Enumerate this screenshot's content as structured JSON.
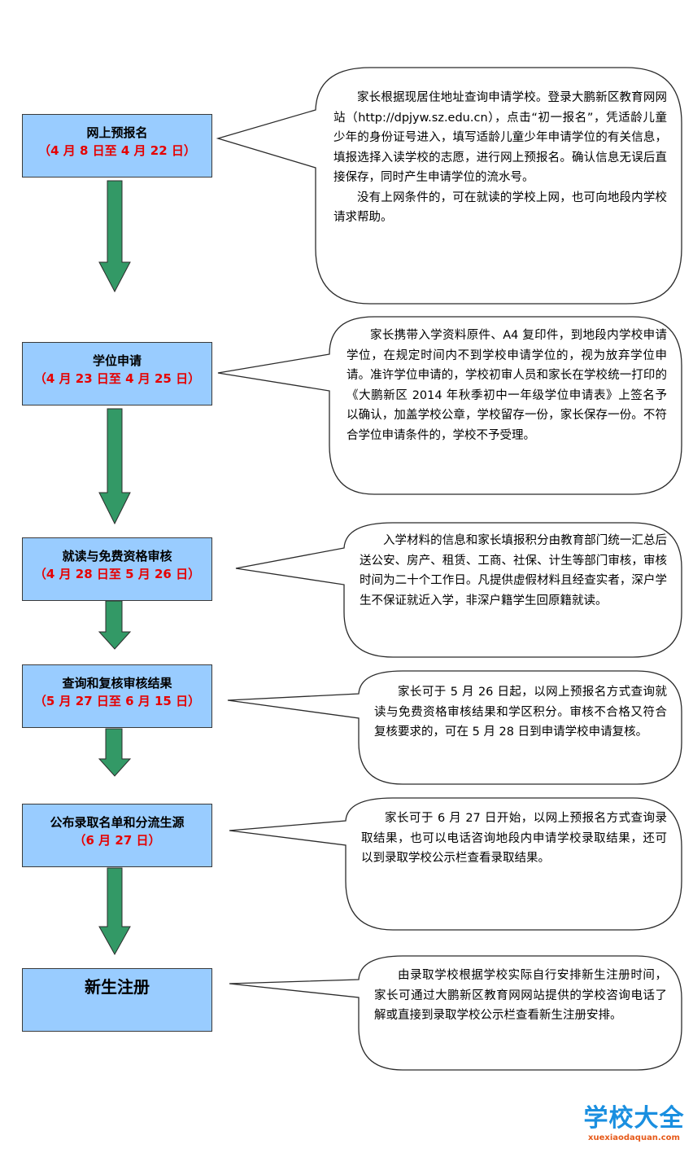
{
  "colors": {
    "box_fill": "#99ccff",
    "date_text": "#e60000",
    "arrow_fill": "#339966",
    "logo_blue": "#1a8fe0",
    "logo_orange": "#e65a1a"
  },
  "steps": [
    {
      "title": "网上预报名",
      "date": "（4 月 8 日至 4 月 22 日）"
    },
    {
      "title": "学位申请",
      "date": "（4 月 23 日至 4 月 25 日）"
    },
    {
      "title": "就读与免费资格审核",
      "date": "（4 月 28 日至 5 月 26 日）"
    },
    {
      "title": "查询和复核审核结果",
      "date": "（5 月 27 日至 6 月 15 日）"
    },
    {
      "title": "公布录取名单和分流生源",
      "date": "（6 月 27 日）"
    },
    {
      "title": "新生注册"
    }
  ],
  "bubbles": [
    {
      "paragraphs": [
        "家长根据现居住地址查询申请学校。登录大鹏新区教育网网站（http://dpjyw.sz.edu.cn），点击“初一报名”，凭适龄儿童少年的身份证号进入，填写适龄儿童少年申请学位的有关信息，填报选择入读学校的志愿，进行网上预报名。确认信息无误后直接保存，同时产生申请学位的流水号。",
        "没有上网条件的，可在就读的学校上网，也可向地段内学校请求帮助。"
      ]
    },
    {
      "paragraphs": [
        "家长携带入学资料原件、A4 复印件，到地段内学校申请学位，在规定时间内不到学校申请学位的，视为放弃学位申请。准许学位申请的，学校初审人员和家长在学校统一打印的《大鹏新区 2014 年秋季初中一年级学位申请表》上签名予以确认，加盖学校公章，学校留存一份，家长保存一份。不符合学位申请条件的，学校不予受理。"
      ]
    },
    {
      "paragraphs": [
        "入学材料的信息和家长填报积分由教育部门统一汇总后送公安、房产、租赁、工商、社保、计生等部门审核，审核时间为二十个工作日。凡提供虚假材料且经查实者，深户学生不保证就近入学，非深户籍学生回原籍就读。"
      ]
    },
    {
      "paragraphs": [
        "家长可于 5 月 26 日起，以网上预报名方式查询就读与免费资格审核结果和学区积分。审核不合格又符合复核要求的，可在 5 月 28 日到申请学校申请复核。"
      ]
    },
    {
      "paragraphs": [
        "家长可于 6 月 27 日开始，以网上预报名方式查询录取结果，也可以电话咨询地段内申请学校录取结果，还可以到录取学校公示栏查看录取结果。"
      ]
    },
    {
      "paragraphs": [
        "由录取学校根据学校实际自行安排新生注册时间，家长可通过大鹏新区教育网网站提供的学校咨询电话了解或直接到录取学校公示栏查看新生注册安排。"
      ]
    }
  ],
  "logo": {
    "main": "学校大全",
    "sub": "xuexiaodaquan.com"
  }
}
